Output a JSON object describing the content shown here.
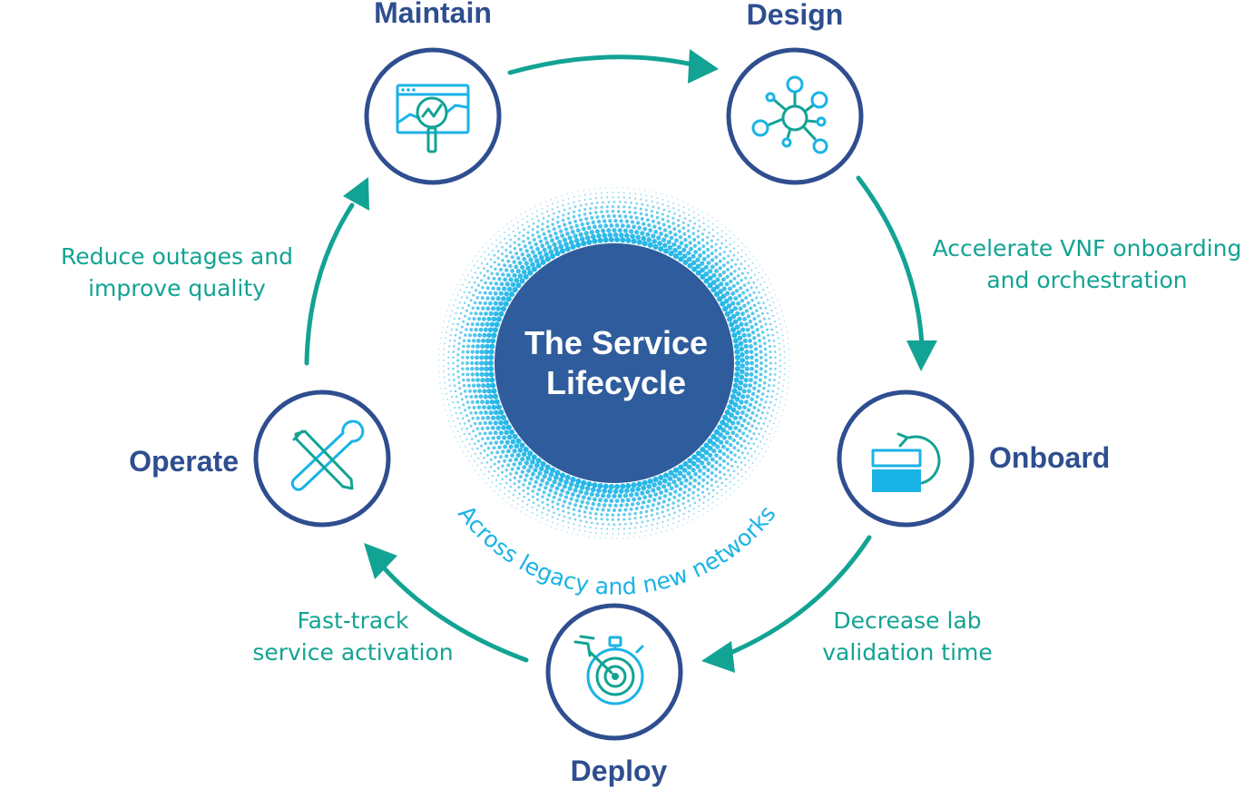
{
  "center": {
    "title_line1": "The Service",
    "title_line2": "Lifecycle",
    "subtitle": "Across legacy and new networks"
  },
  "stages": {
    "maintain": {
      "label": "Maintain",
      "icon": "monitor-magnifier-icon"
    },
    "design": {
      "label": "Design",
      "icon": "network-nodes-icon"
    },
    "onboard": {
      "label": "Onboard",
      "icon": "cycle-boxes-icon"
    },
    "deploy": {
      "label": "Deploy",
      "icon": "target-stopwatch-icon"
    },
    "operate": {
      "label": "Operate",
      "icon": "wrench-pencil-icon"
    }
  },
  "transitions": {
    "design_to_onboard": {
      "line1": "Accelerate VNF onboarding",
      "line2": "and orchestration"
    },
    "onboard_to_deploy": {
      "line1": "Decrease lab",
      "line2": "validation time"
    },
    "deploy_to_operate": {
      "line1": "Fast-track",
      "line2": "service activation"
    },
    "operate_to_maintain": {
      "line1": "Reduce outages and",
      "line2": "improve quality"
    }
  },
  "colors": {
    "stage_blue": "#2e4e8f",
    "center_blue": "#2f5c9c",
    "teal": "#12a394",
    "cyan": "#1ab3e6"
  }
}
